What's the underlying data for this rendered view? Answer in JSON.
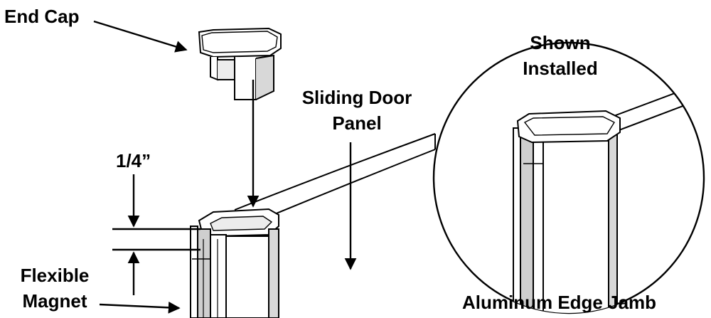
{
  "labels": {
    "end_cap": "End Cap",
    "quarter_inch": "1/4”",
    "flexible_line1": "Flexible",
    "flexible_line2": "Magnet",
    "sliding_line1": "Sliding Door",
    "sliding_line2": "Panel",
    "shown_line1": "Shown",
    "shown_line2": "Installed",
    "aluminum_jamb": "Aluminum Edge Jamb"
  },
  "colors": {
    "ink": "#000000",
    "background": "#ffffff",
    "shading": "#bdbdbd"
  }
}
